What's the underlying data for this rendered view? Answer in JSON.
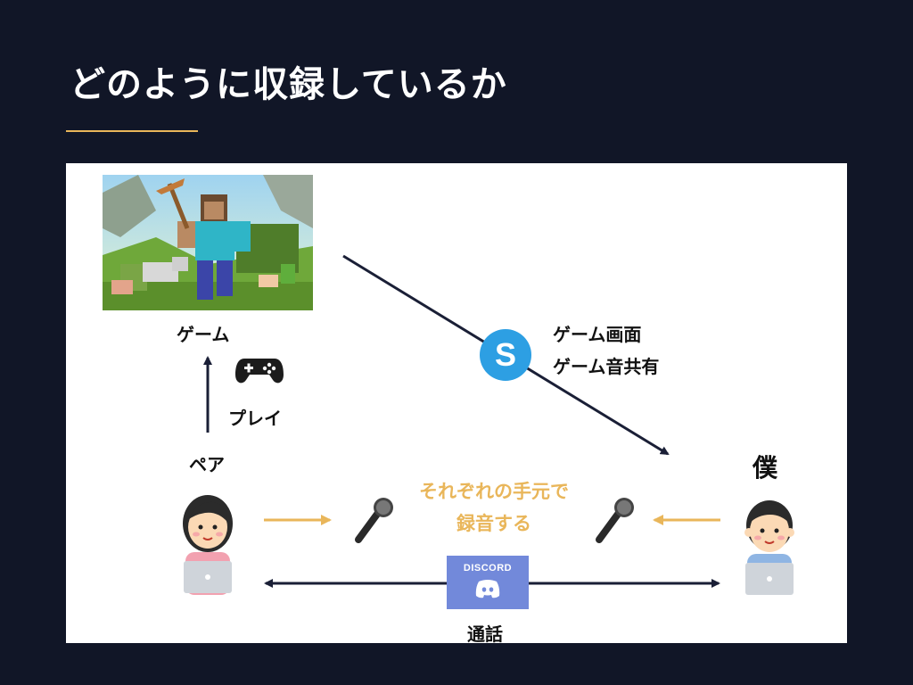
{
  "slide": {
    "title": "どのように収録しているか"
  },
  "diagram": {
    "game_label": "ゲーム",
    "play_label": "プレイ",
    "pair_label": "ペア",
    "me_label": "僕",
    "skype_share_line1": "ゲーム画面",
    "skype_share_line2": "ゲーム音共有",
    "record_line1": "それぞれの手元で",
    "record_line2": "録音する",
    "discord_badge_text": "DISCORD",
    "call_label": "通話",
    "icons": {
      "skype": "skype-icon",
      "gamepad": "gamepad-icon",
      "microphone": "microphone-icon",
      "discord": "discord-icon"
    },
    "colors": {
      "background": "#111627",
      "accent": "#e9b65a",
      "arrow_dark": "#1a1f36",
      "skype_blue": "#2d9fe3",
      "discord_blurple": "#7289da"
    }
  }
}
